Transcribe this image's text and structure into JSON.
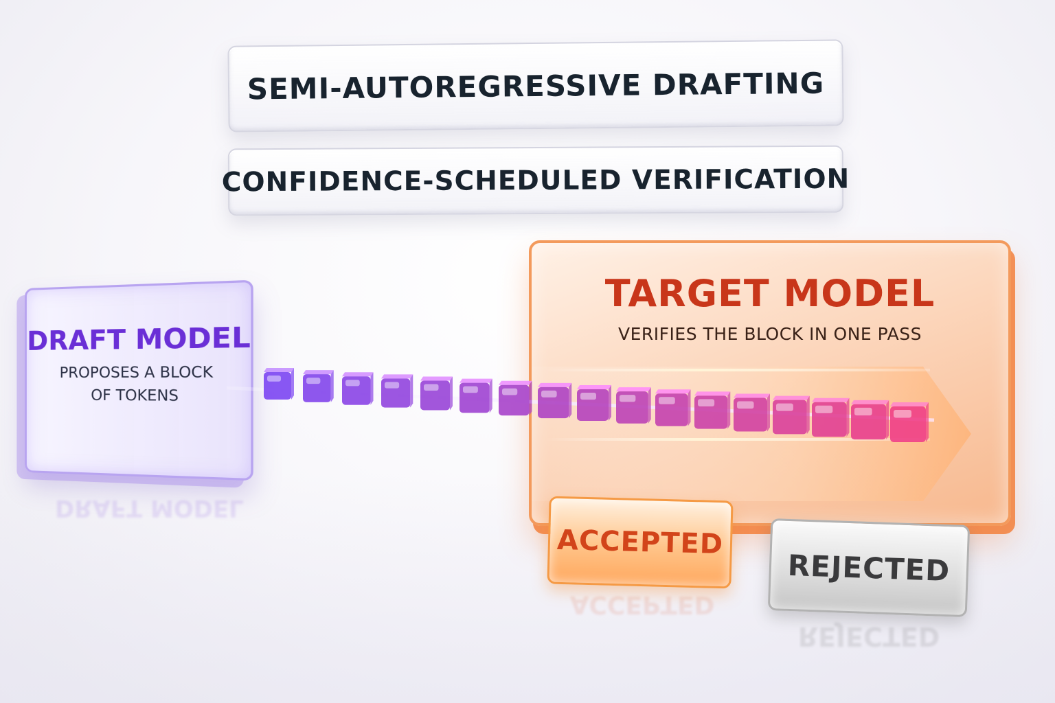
{
  "header": {
    "title_primary": "SEMI-AUTOREGRESSIVE DRAFTING",
    "title_secondary": "CONFIDENCE-SCHEDULED VERIFICATION"
  },
  "draft_model": {
    "title": "DRAFT MODEL",
    "subtitle_line1": "PROPOSES A BLOCK",
    "subtitle_line2": "OF TOKENS"
  },
  "target_model": {
    "title": "TARGET MODEL",
    "subtitle": "VERIFIES THE BLOCK IN ONE PASS"
  },
  "token_block": {
    "token_count": 17,
    "color_start": "#7b45f2",
    "color_end": "#ef3f87"
  },
  "outcomes": {
    "accepted_label": "ACCEPTED",
    "rejected_label": "REJECTED"
  },
  "colors": {
    "draft_accent": "#6a2fd6",
    "target_accent": "#c8361a",
    "accepted": "#ffa85e",
    "rejected": "#c6c6c6"
  }
}
